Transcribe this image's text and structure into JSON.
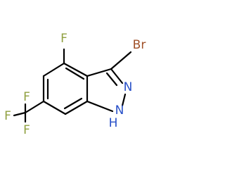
{
  "molecule": {
    "atoms": {
      "fluoro": "F",
      "bromo": "Br",
      "ring_nitrogen": "N",
      "nh": "N",
      "nh_h": "H",
      "cf3_f_top": "F",
      "cf3_f_left": "F",
      "cf3_f_bottom": "F"
    }
  },
  "colors": {
    "bond": "#000000",
    "fluorine": "#90a040",
    "bromine": "#a05028",
    "nitrogen": "#2850c8"
  }
}
